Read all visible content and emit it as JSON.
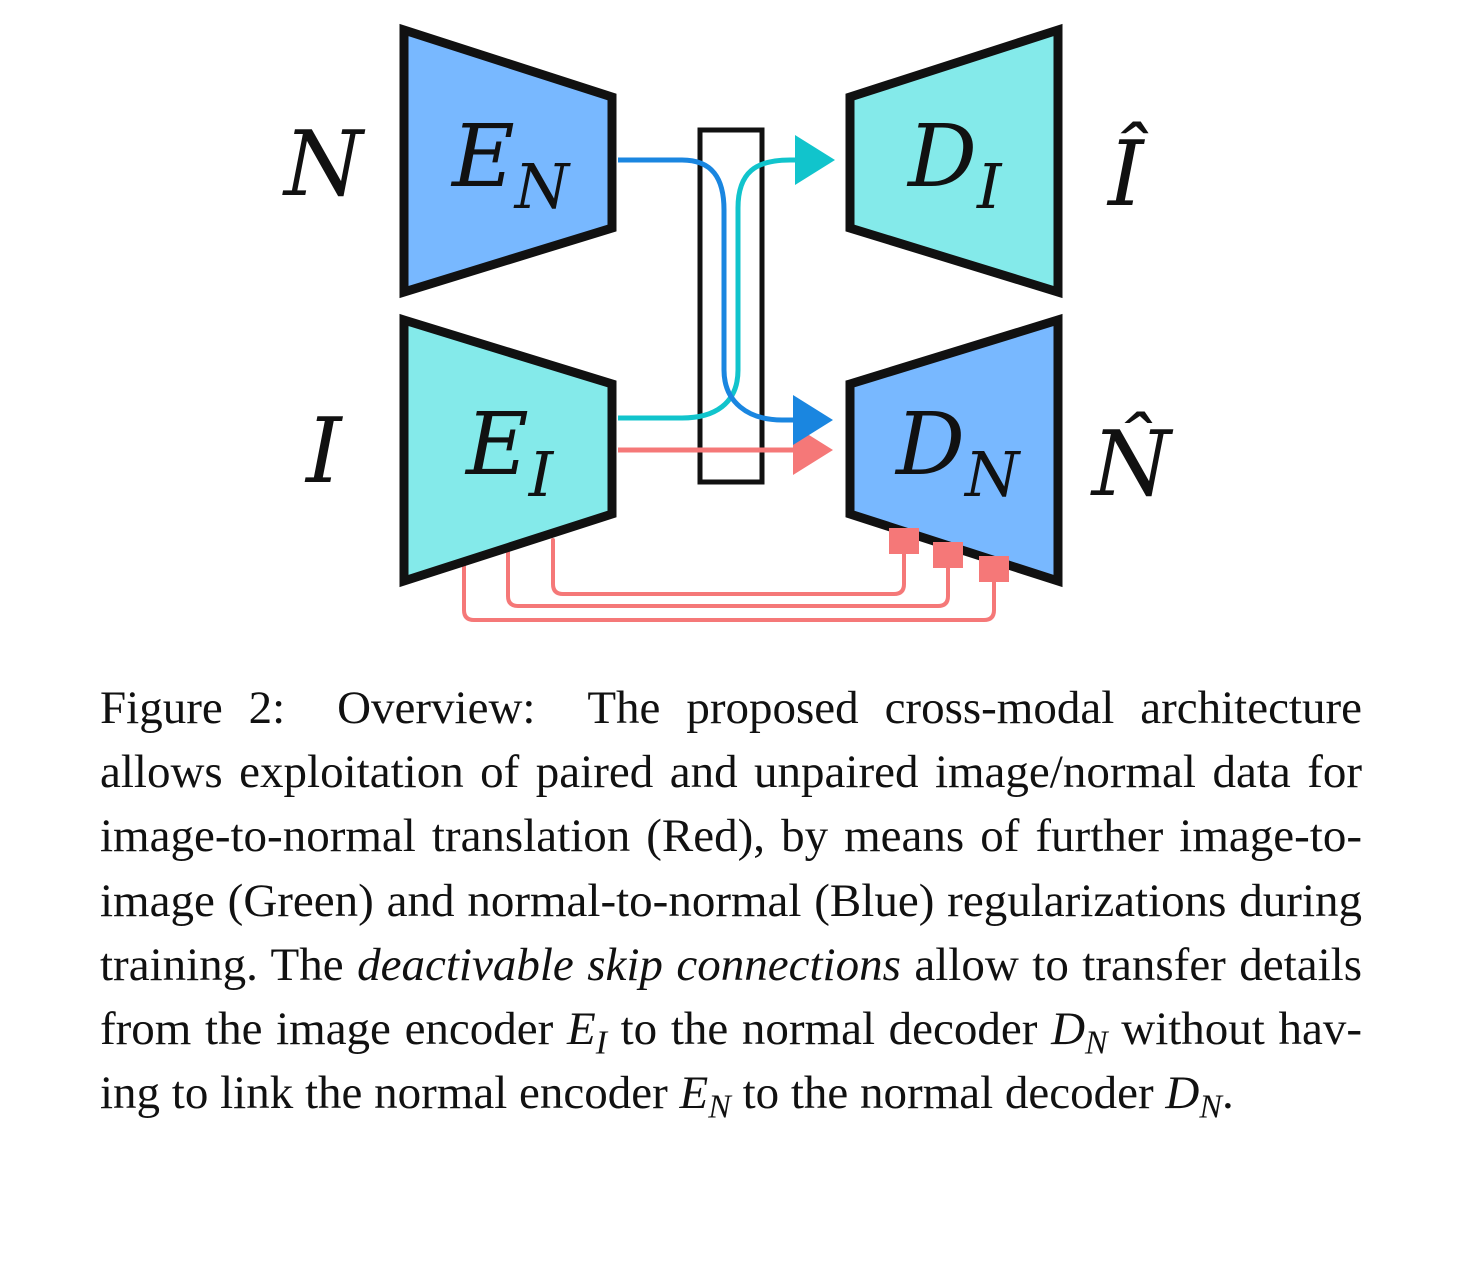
{
  "figure": {
    "labels": {
      "input_normal": "N",
      "input_image": "I",
      "output_image": "Î",
      "output_normal": "N̂",
      "E": "E",
      "D": "D",
      "sub_N": "N",
      "sub_I": "I"
    },
    "colors": {
      "blue_block": "#78b8ff",
      "cyan_block": "#84eaea",
      "blue_path": "#1a86e0",
      "cyan_path": "#11c4cc",
      "red_path": "#f57878",
      "outline": "#111111"
    }
  },
  "caption": {
    "figure_label": "Figure 2:",
    "lead": "Overview:",
    "text_1": "The proposed cross-modal archi­tecture allows exploitation of paired and unpaired im­age/normal data for image-to-normal translation (Red), by means of further image-to-image (Green) and normal-to-normal (Blue) regularizations during training. The",
    "emphasis": "deac­tivable skip connections",
    "text_2": "allow to transfer details from the image encoder",
    "var_E": "E",
    "sub_I": "I",
    "text_3": "to the normal decoder",
    "var_D": "D",
    "sub_N": "N",
    "text_4": "without hav­ing to link the normal encoder",
    "text_5": "to the normal decoder",
    "end": "."
  }
}
